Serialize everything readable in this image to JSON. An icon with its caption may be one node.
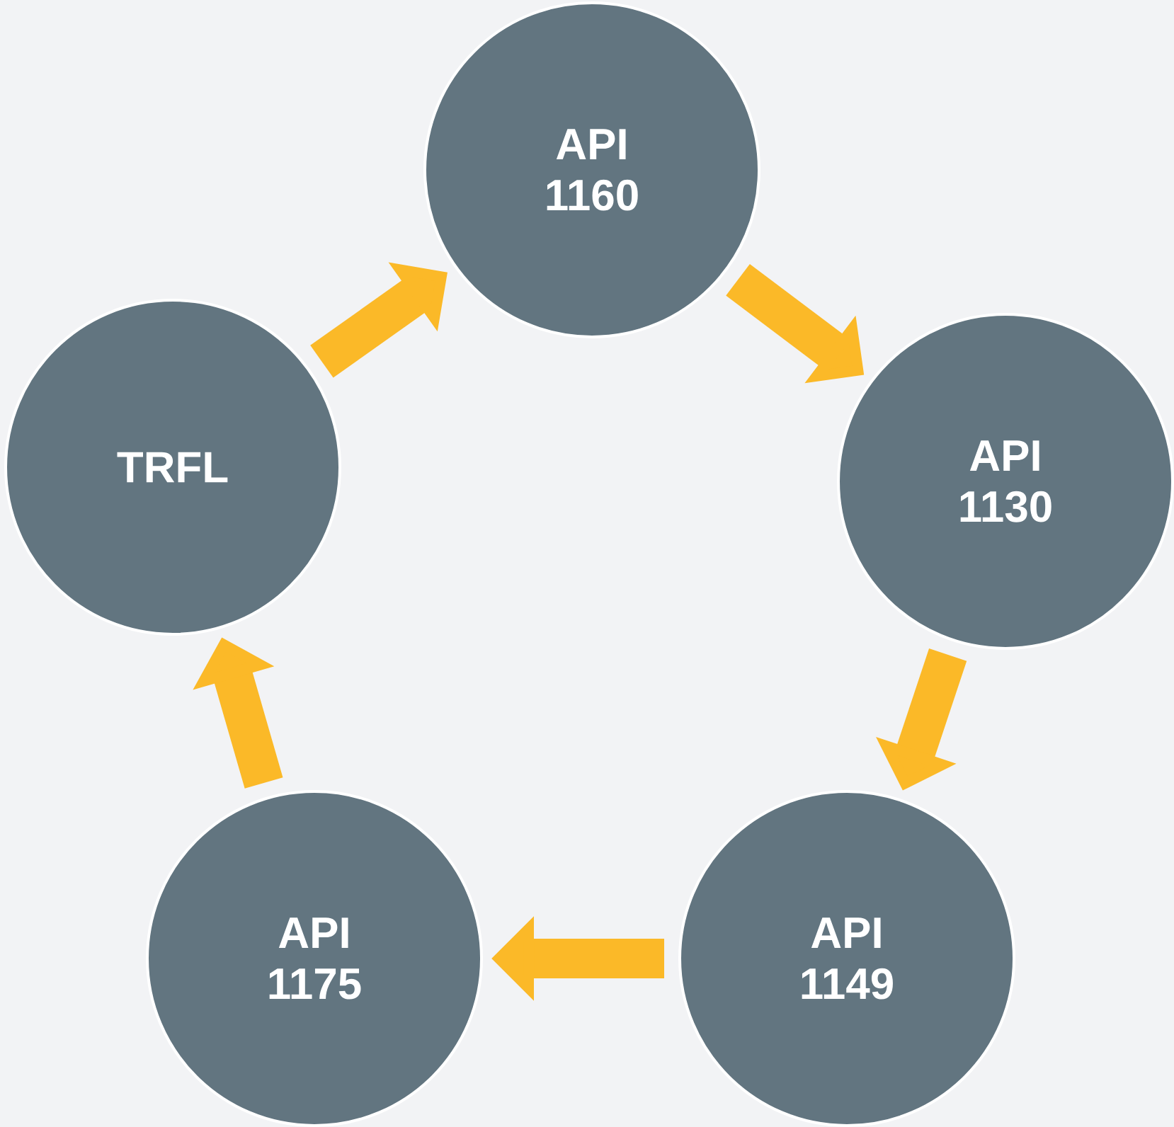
{
  "diagram": {
    "nodes": [
      {
        "text": [
          "API 1160"
        ]
      },
      {
        "text": [
          "API 1130"
        ]
      },
      {
        "text": [
          "API 1149"
        ]
      },
      {
        "text": [
          "API 1175"
        ]
      },
      {
        "text": [
          "TRFL"
        ]
      }
    ],
    "edges": [
      {
        "from": 4,
        "to": 0,
        "arrow": "to"
      },
      {
        "from": 0,
        "to": 1,
        "arrow": "to"
      },
      {
        "from": 1,
        "to": 2,
        "arrow": "to"
      },
      {
        "from": 2,
        "to": 3,
        "arrow": "to"
      },
      {
        "from": 3,
        "to": 4,
        "arrow": "to"
      }
    ]
  }
}
